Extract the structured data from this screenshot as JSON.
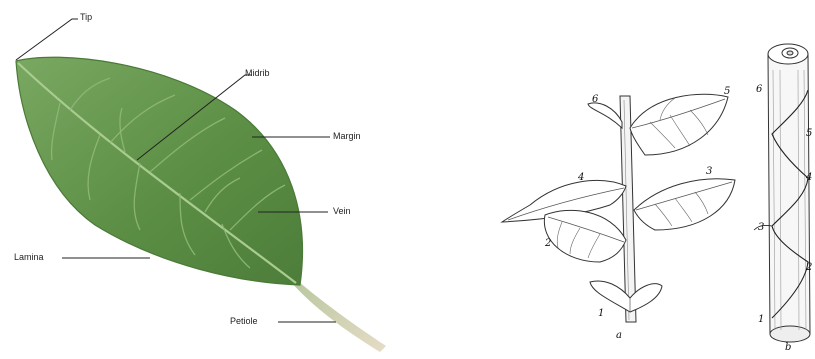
{
  "leaf_diagram": {
    "labels": {
      "tip": "Tip",
      "midrib": "Midrib",
      "margin": "Margin",
      "vein": "Vein",
      "lamina": "Lamina",
      "petiole": "Petiole"
    },
    "colors": {
      "blade": "#5f9248",
      "blade_edge": "#3f6f32",
      "vein": "#9bc283",
      "petiole": "#c9b796"
    }
  },
  "phyllotaxy_figure": {
    "leaf_numbers": [
      "6",
      "5",
      "4",
      "3",
      "2",
      "1"
    ],
    "caption": "a"
  },
  "stem_figure": {
    "node_numbers": [
      "6",
      "5",
      "4",
      "3",
      "2",
      "1"
    ],
    "caption": "b"
  }
}
